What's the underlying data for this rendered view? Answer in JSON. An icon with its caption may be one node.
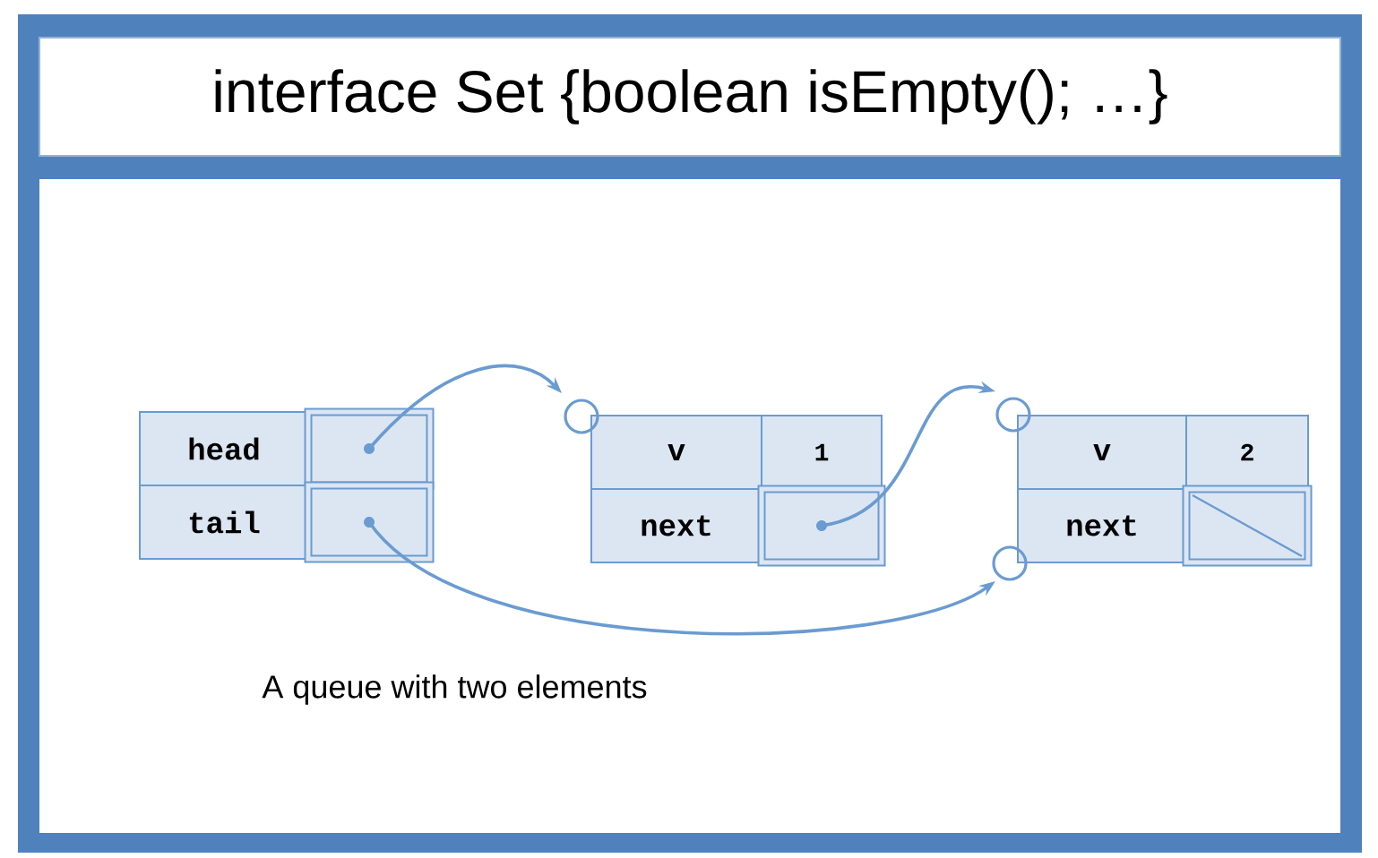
{
  "diagram": {
    "title": "interface Set {boolean isEmpty(); …}",
    "caption": "A queue with two elements",
    "nodes": [
      {
        "text": [
          "head"
        ]
      },
      {
        "text": [],
        "shape": "box"
      },
      {
        "text": [
          "tail"
        ]
      },
      {
        "text": [],
        "shape": "box"
      },
      {
        "text": [
          "v"
        ]
      },
      {
        "text": [
          "1"
        ]
      },
      {
        "text": [
          "next"
        ]
      },
      {
        "text": [],
        "shape": "box"
      },
      {
        "text": [
          "v"
        ]
      },
      {
        "text": [
          "2"
        ]
      },
      {
        "text": [
          "next"
        ]
      },
      {
        "text": [],
        "shape": "box"
      }
    ],
    "edges": [
      {
        "from": 1,
        "to": 4,
        "arrow": "to"
      },
      {
        "from": 7,
        "to": 8,
        "arrow": "to"
      },
      {
        "from": 3,
        "to": 10,
        "arrow": "to"
      }
    ]
  }
}
